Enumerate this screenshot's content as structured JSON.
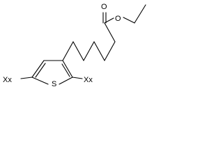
{
  "molecule": {
    "ester_oxygen_carbonyl": "O",
    "ester_oxygen_ether": "O",
    "ring_sulfur": "S",
    "substituent_left": "Xx",
    "substituent_right": "Xx"
  },
  "colors": {
    "bond": "#000000",
    "label": "#000000",
    "background": "#ffffff"
  }
}
